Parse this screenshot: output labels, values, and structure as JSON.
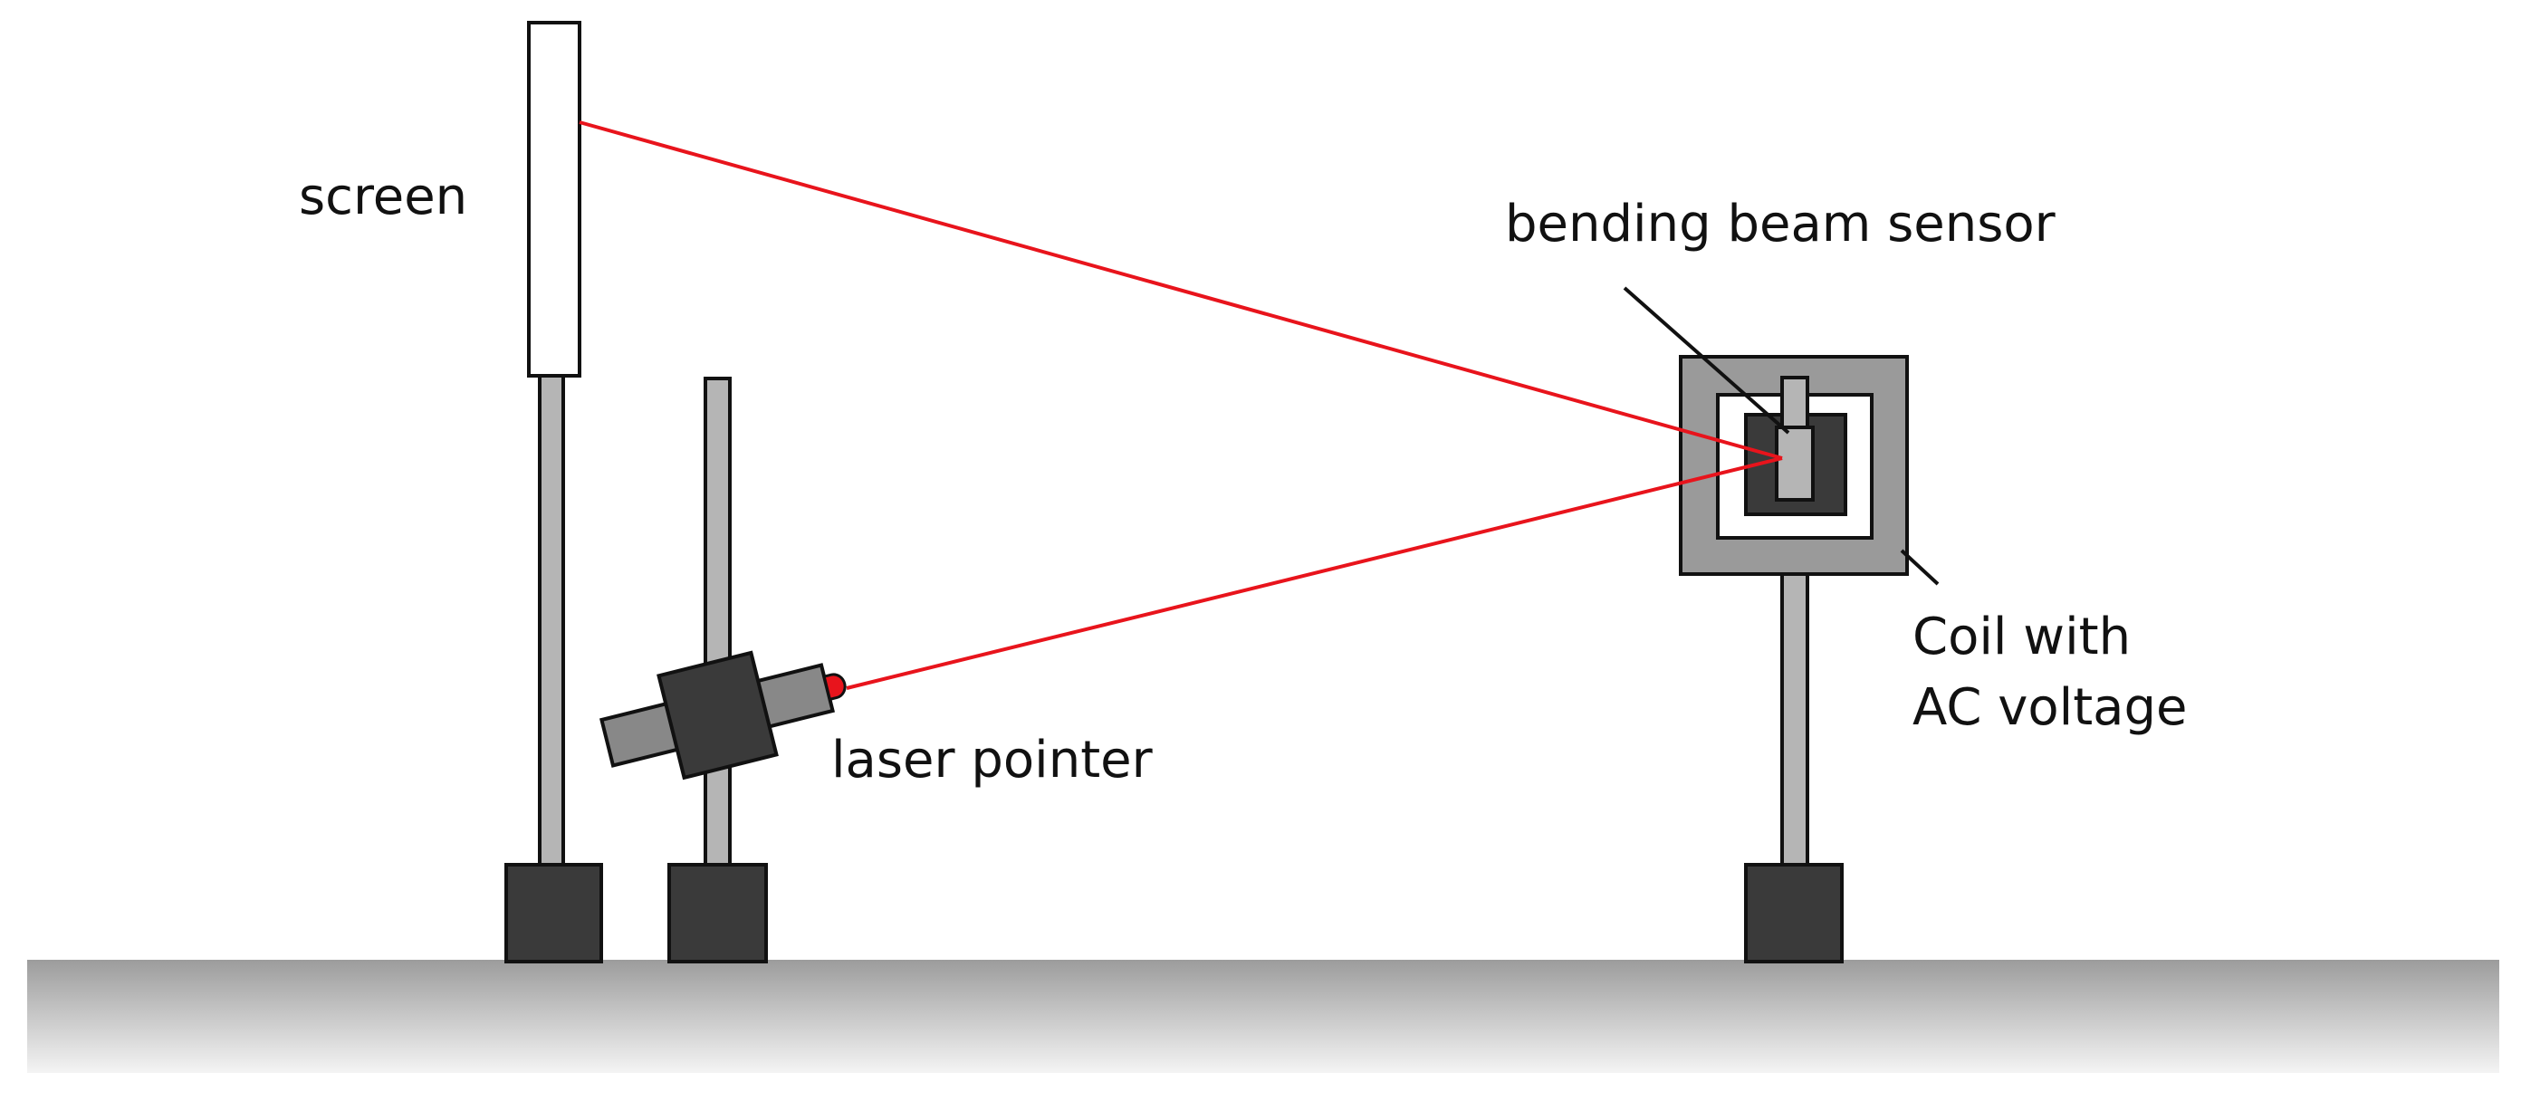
{
  "labels": {
    "screen": "screen",
    "laser_pointer": "laser pointer",
    "bending_beam_sensor": "bending beam sensor",
    "coil_line1": "Coil with",
    "coil_line2": "AC voltage"
  },
  "colors": {
    "laser_beam": "#e8141c",
    "post": "#b5b5b5",
    "base": "#3a3a3a",
    "laser_body": "#888888",
    "laser_mount": "#3a3a3a",
    "coil_outer": "#9a9a9a",
    "coil_inner": "#3a3a3a",
    "sensor": "#b5b5b5",
    "outline": "#111111"
  },
  "icons": {
    "screen": "screen-panel",
    "laser": "laser-pointer-icon",
    "coil": "coil-icon",
    "sensor": "bending-beam-sensor-icon"
  }
}
